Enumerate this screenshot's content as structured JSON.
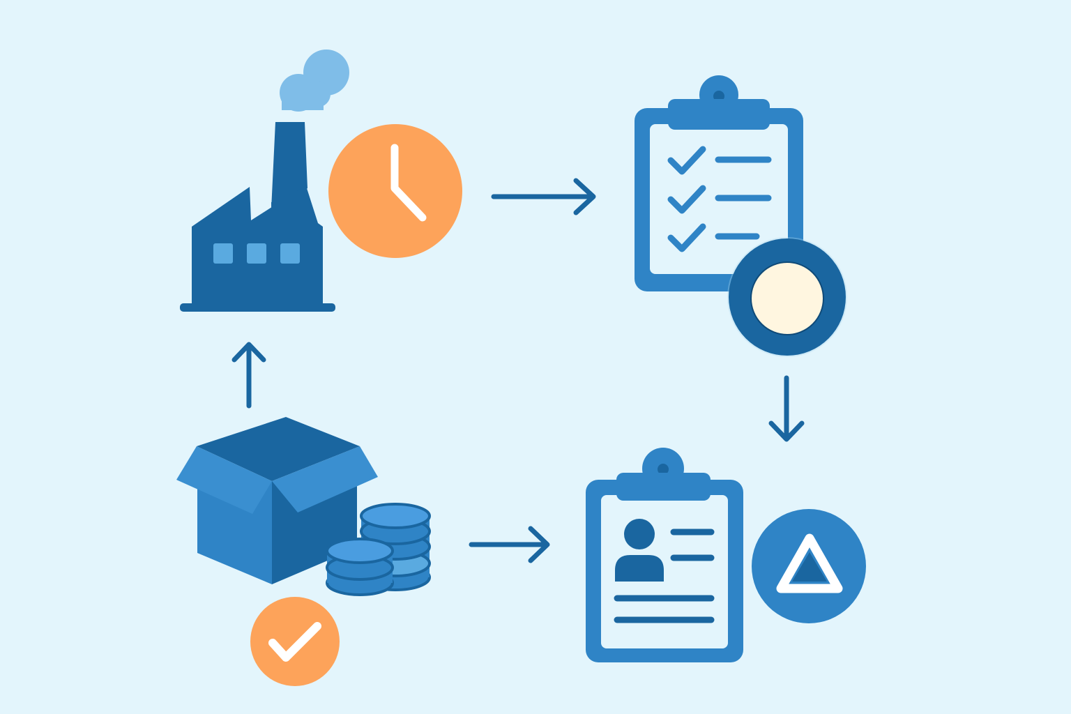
{
  "diagram": {
    "title": "",
    "nodes": [
      {
        "id": "factory",
        "icon": "factory-icon",
        "badge": "clock-icon"
      },
      {
        "id": "checklist",
        "icon": "checklist-clipboard-icon",
        "badge": "status-circle-icon"
      },
      {
        "id": "profile",
        "icon": "profile-clipboard-icon",
        "badge": "warning-triangle-icon"
      },
      {
        "id": "inventory",
        "icon": "box-with-coins-icon",
        "badge": "check-circle-icon"
      }
    ],
    "edges": [
      {
        "from": "factory",
        "to": "checklist",
        "direction": "right"
      },
      {
        "from": "checklist",
        "to": "profile",
        "direction": "down"
      },
      {
        "from": "inventory",
        "to": "profile",
        "direction": "right"
      },
      {
        "from": "inventory",
        "to": "factory",
        "direction": "up"
      }
    ]
  },
  "colors": {
    "background": "#e3f5fc",
    "dark_blue": "#1a66a0",
    "mid_blue": "#2f84c6",
    "light_blue": "#5aaae0",
    "orange": "#fda35a",
    "cream": "#fff6e0"
  }
}
